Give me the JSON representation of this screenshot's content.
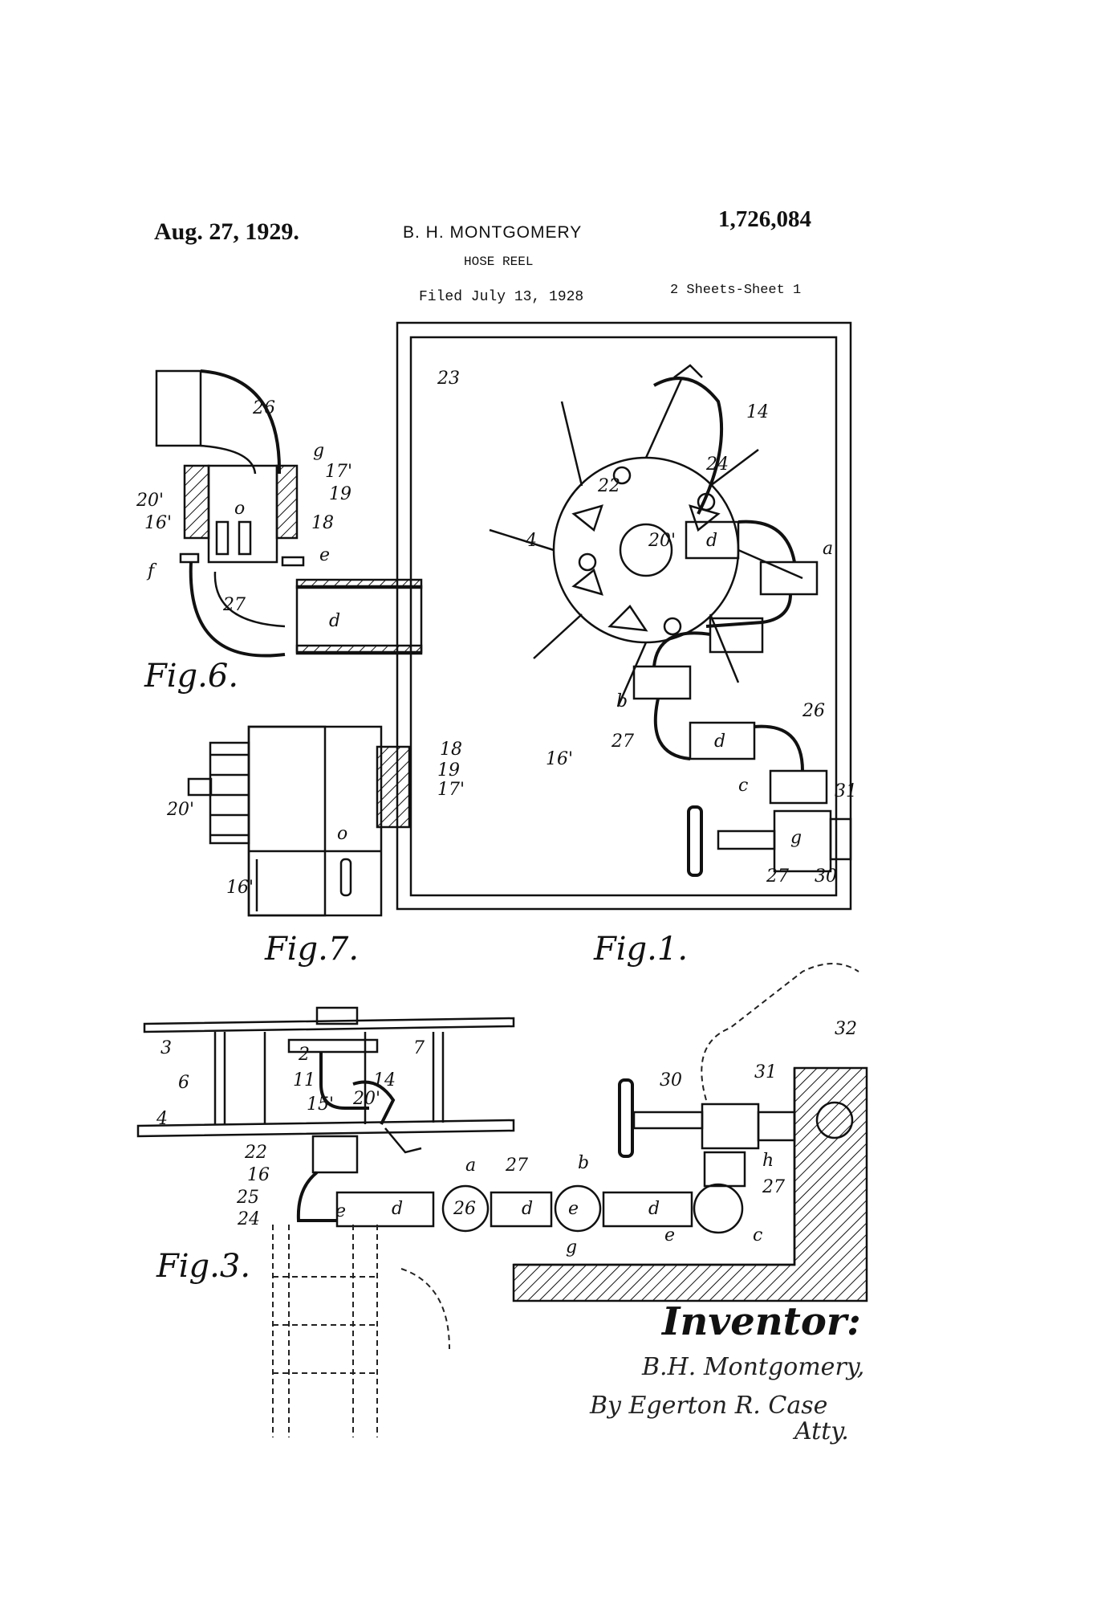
{
  "header": {
    "date": "Aug. 27, 1929.",
    "inventor_name": "B. H. MONTGOMERY",
    "patent_number": "1,726,084",
    "title": "HOSE REEL",
    "filed": "Filed July 13, 1928",
    "sheets": "2 Sheets-Sheet  1"
  },
  "figures": {
    "fig6": {
      "caption": "Fig.6.",
      "labels": [
        "26",
        "g",
        "17'",
        "20'",
        "19",
        "16'",
        "18",
        "o",
        "e",
        "f",
        "27",
        "d"
      ]
    },
    "fig7": {
      "caption": "Fig.7.",
      "labels": [
        "18",
        "19",
        "17'",
        "20'",
        "o",
        "16'"
      ]
    },
    "fig1": {
      "caption": "Fig.1.",
      "labels": [
        "23",
        "14",
        "24",
        "22",
        "20'",
        "d",
        "a",
        "4",
        "b",
        "16'",
        "27",
        "d",
        "26",
        "c",
        "31",
        "g",
        "27",
        "30"
      ]
    },
    "fig3": {
      "caption": "Fig.3.",
      "labels": [
        "3",
        "2",
        "7",
        "6",
        "11",
        "14",
        "15'",
        "20'",
        "4",
        "22",
        "16",
        "25",
        "24",
        "e",
        "d",
        "a",
        "26",
        "27",
        "b",
        "e",
        "d",
        "g",
        "d",
        "e",
        "c",
        "27",
        "h",
        "30",
        "31",
        "32"
      ]
    }
  },
  "signature": {
    "heading": "Inventor:",
    "name": "B.H. Montgomery,",
    "by_line": "By Egerton R. Case",
    "atty": "Atty."
  }
}
